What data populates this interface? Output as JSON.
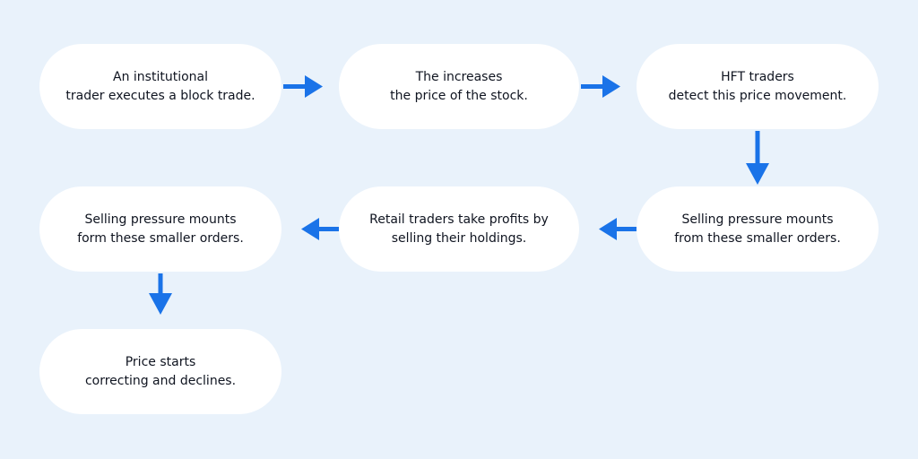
{
  "accent_color": "#1a73e8",
  "background_color": "#e9f2fb",
  "nodes": [
    {
      "line1": "An institutional",
      "line2": "trader executes a block trade."
    },
    {
      "line1": "The increases",
      "line2": "the price of the stock."
    },
    {
      "line1": "HFT traders",
      "line2": "detect this price movement."
    },
    {
      "line1": "Selling pressure mounts",
      "line2": "from these smaller orders."
    },
    {
      "line1": "Retail traders take profits by",
      "line2": "selling their holdings."
    },
    {
      "line1": "Selling pressure mounts",
      "line2": "form these smaller orders."
    },
    {
      "line1": "Price starts",
      "line2": "correcting and declines."
    }
  ],
  "arrows": [
    {
      "from": "step-1",
      "to": "step-2",
      "direction": "right"
    },
    {
      "from": "step-2",
      "to": "step-3",
      "direction": "right"
    },
    {
      "from": "step-3",
      "to": "step-4",
      "direction": "down"
    },
    {
      "from": "step-4",
      "to": "step-5",
      "direction": "left"
    },
    {
      "from": "step-5",
      "to": "step-6",
      "direction": "left"
    },
    {
      "from": "step-6",
      "to": "step-7",
      "direction": "down"
    }
  ]
}
